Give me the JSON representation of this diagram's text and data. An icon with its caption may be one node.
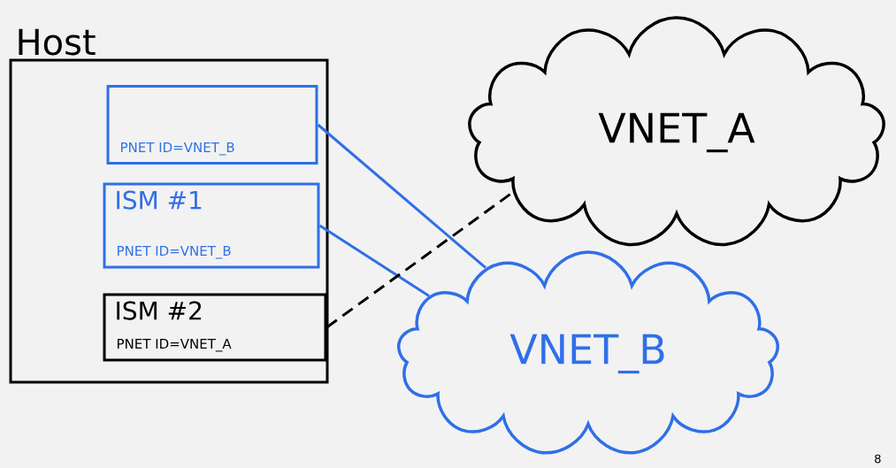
{
  "diagram": {
    "nodes": [
      {
        "text": [
          "Host"
        ]
      },
      {
        "text": [
          "PNET ID=VNET_B"
        ],
        "in": 0
      },
      {
        "text": [
          "ISM #1",
          "PNET ID=VNET_B"
        ],
        "in": 0
      },
      {
        "text": [
          "ISM #2",
          "PNET ID=VNET_A"
        ],
        "in": 0
      },
      {
        "text": [
          "VNET_A"
        ]
      },
      {
        "text": [
          "VNET_B"
        ]
      }
    ],
    "edges": [
      {
        "from": 1,
        "to": 5,
        "arrow": "none"
      },
      {
        "from": 2,
        "to": 5,
        "arrow": "none"
      },
      {
        "from": 3,
        "to": 4,
        "arrow": "none",
        "style": "dashed",
        "color": "#000000"
      }
    ],
    "labels": [
      "8"
    ]
  }
}
